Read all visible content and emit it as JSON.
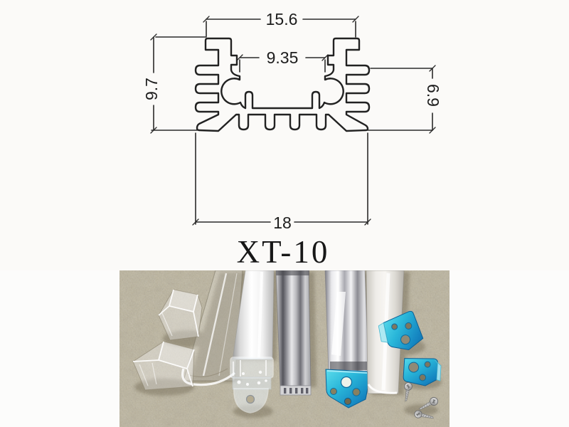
{
  "drawing": {
    "model_label": "XT-10",
    "dims": {
      "top_width": "15.6",
      "inner_width": "9.35",
      "left_height": "9.7",
      "right_height": "6.9",
      "bottom_width": "18"
    },
    "line_color": "#242424",
    "paper_color": "#fbfaf8"
  },
  "photo": {
    "surface_color": "#c6bda6",
    "clip_color": "#2fc3dd",
    "parts": [
      "clear-end-cap-small",
      "clear-end-cap-large",
      "clear-pc-cover",
      "milky-white-pc-cover-with-end-cap",
      "aluminum-heatsink-profile",
      "clear-cover-with-mounting-clip",
      "frosted-pc-cover",
      "blue-mounting-clip-upper",
      "blue-mounting-clip-lower",
      "three-mounting-screws"
    ]
  }
}
